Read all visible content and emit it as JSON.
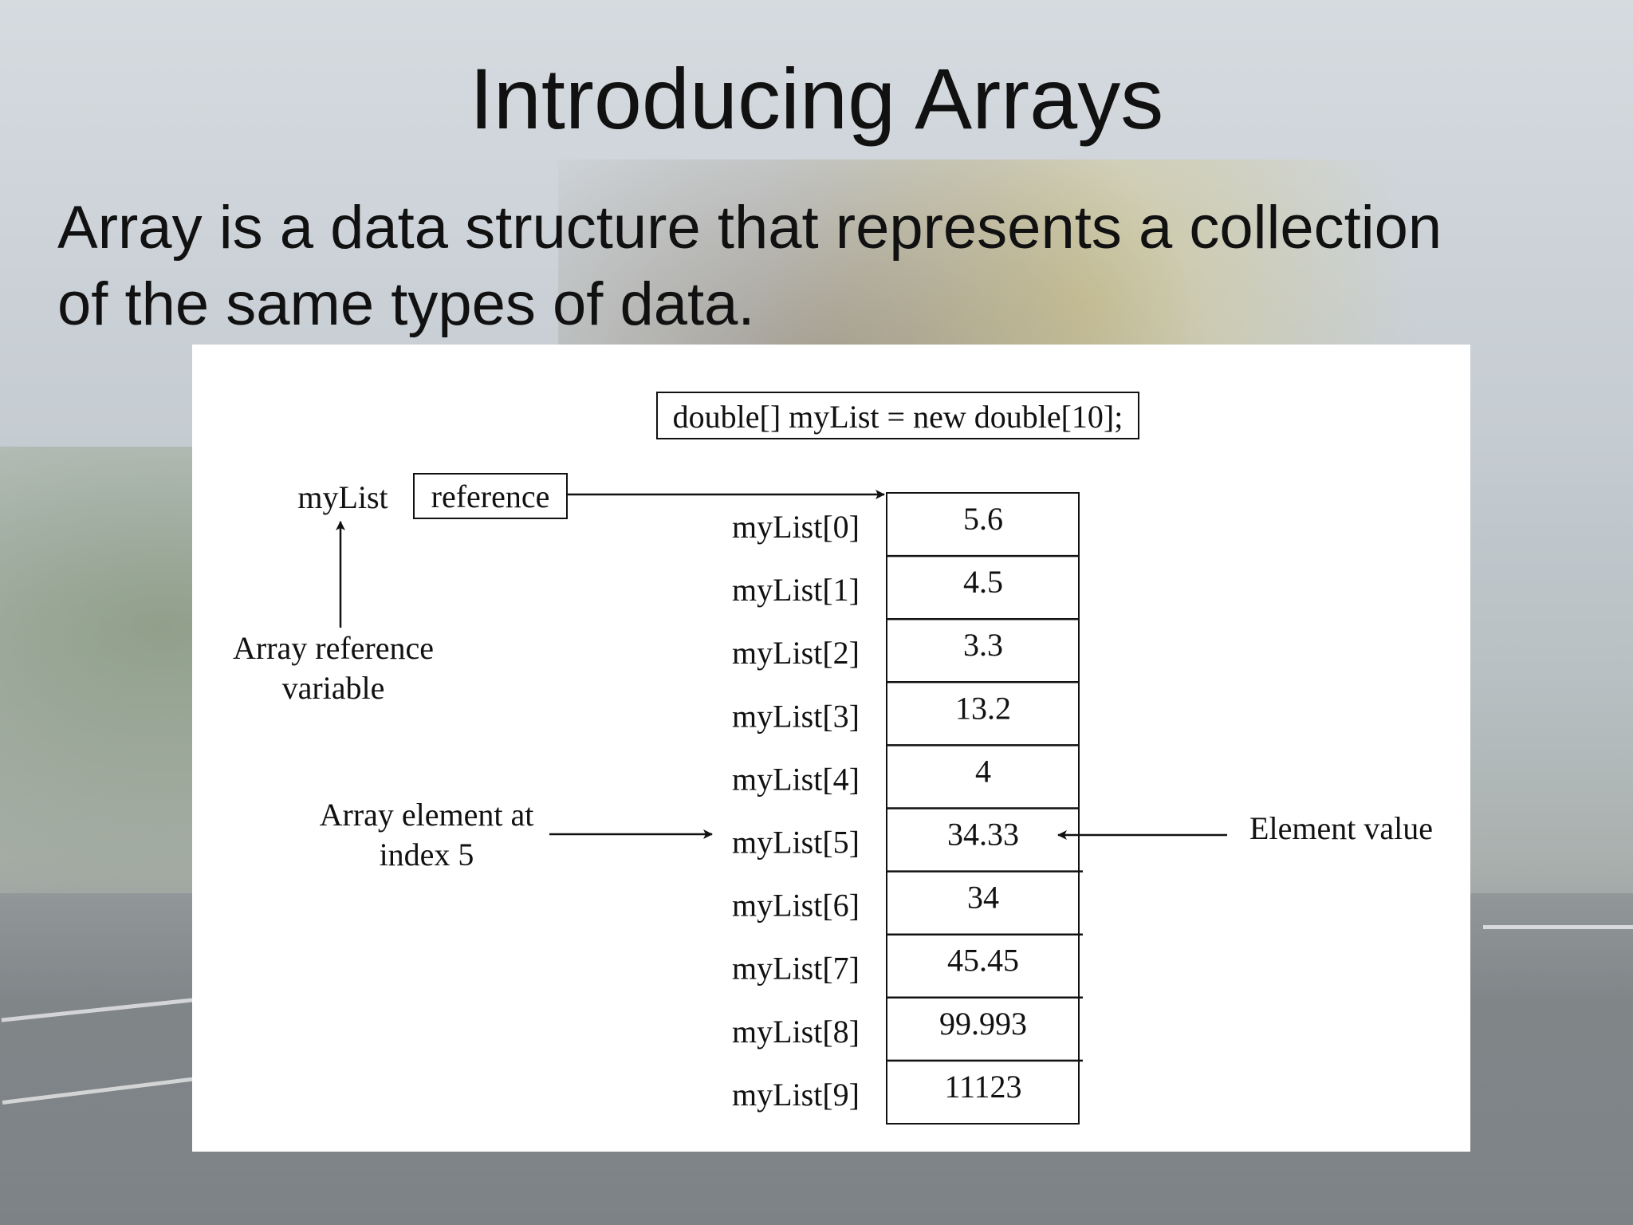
{
  "slide": {
    "title": "Introducing Arrays",
    "body_lines": [
      "Array is a data structure that represents a collection",
      "of the same types of data."
    ]
  },
  "diagram": {
    "declaration": "double[] myList = new double[10];",
    "variable_name": "myList",
    "reference_label": "reference",
    "ref_var_caption": [
      "Array reference",
      "variable"
    ],
    "element_caption": [
      "Array element at",
      "index 5"
    ],
    "value_caption": "Element value",
    "elements": [
      {
        "index_label": "myList[0]",
        "value": "5.6"
      },
      {
        "index_label": "myList[1]",
        "value": "4.5"
      },
      {
        "index_label": "myList[2]",
        "value": "3.3"
      },
      {
        "index_label": "myList[3]",
        "value": "13.2"
      },
      {
        "index_label": "myList[4]",
        "value": "4"
      },
      {
        "index_label": "myList[5]",
        "value": "34.33"
      },
      {
        "index_label": "myList[6]",
        "value": "34"
      },
      {
        "index_label": "myList[7]",
        "value": "45.45"
      },
      {
        "index_label": "myList[8]",
        "value": "99.993"
      },
      {
        "index_label": "myList[9]",
        "value": "11123"
      }
    ]
  }
}
